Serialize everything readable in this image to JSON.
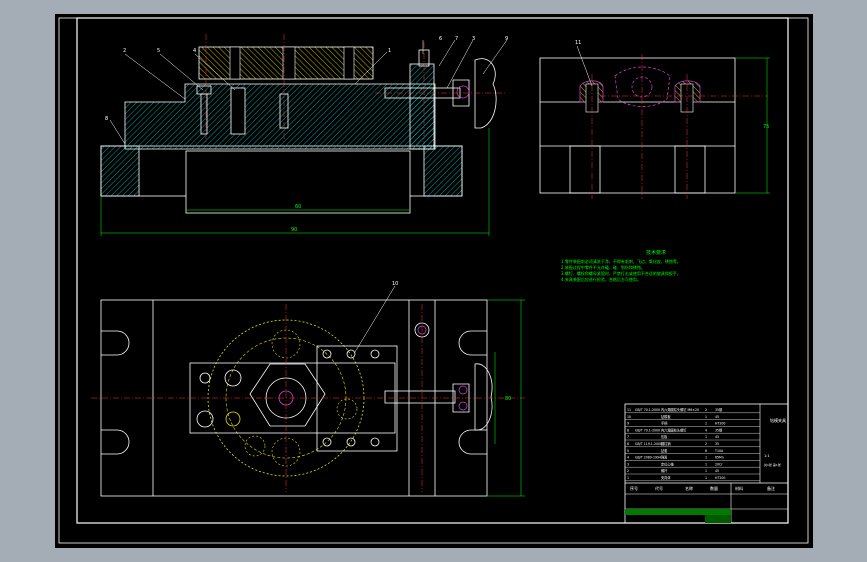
{
  "drawing": {
    "tech_notes": {
      "title": "技术要求",
      "lines": [
        "1.零件装配前必须清洗干净，不得有毛刺、飞边、氧化皮、锈蚀等。",
        "2.装配过程中零件不允许磕、碰、划伤和锈蚀。",
        "3.螺钉、螺栓和螺母紧固时，严禁打击或使用不合适的旋具和扳手。",
        "4.夹具装配后应进行检验，合格后方可使用。"
      ]
    },
    "part_labels": {
      "front_view": [
        "2",
        "5",
        "4",
        "1",
        "6",
        "7",
        "3",
        "9",
        "8"
      ],
      "side_view": [
        "11"
      ],
      "top_view": [
        "10"
      ]
    },
    "dimensions": {
      "front_inner": "60",
      "front_overall": "90",
      "side_height": "75",
      "top_height": "80"
    },
    "title_block": {
      "header_cols": [
        "序号",
        "代号",
        "名称",
        "数量",
        "材料",
        "备注"
      ],
      "rows": [
        [
          "11",
          "GB/T 70.1-2000",
          "内六角圆柱头螺钉 M6×20",
          "2",
          "35钢"
        ],
        [
          "10",
          "",
          "钻模板",
          "1",
          "45"
        ],
        [
          "9",
          "",
          "手柄",
          "1",
          "HT200"
        ],
        [
          "8",
          "GB/T 70.1-2000",
          "内六角圆柱头螺钉",
          "4",
          "35钢"
        ],
        [
          "7",
          "",
          "压板",
          "1",
          "45"
        ],
        [
          "6",
          "GB/T 119.1-2000",
          "圆柱销",
          "2",
          "35"
        ],
        [
          "5",
          "",
          "钻套",
          "6",
          "T10A"
        ],
        [
          "4",
          "GB/T 2089-1994",
          "弹簧",
          "1",
          "65Mn"
        ],
        [
          "3",
          "",
          "定位心轴",
          "1",
          "20Cr"
        ],
        [
          "2",
          "",
          "螺杆",
          "1",
          "45"
        ],
        [
          "1",
          "",
          "夹具体",
          "1",
          "HT200"
        ]
      ],
      "name_block": "钻模夹具",
      "ratio": "1:1",
      "sheet": "共1张 第1张"
    }
  }
}
